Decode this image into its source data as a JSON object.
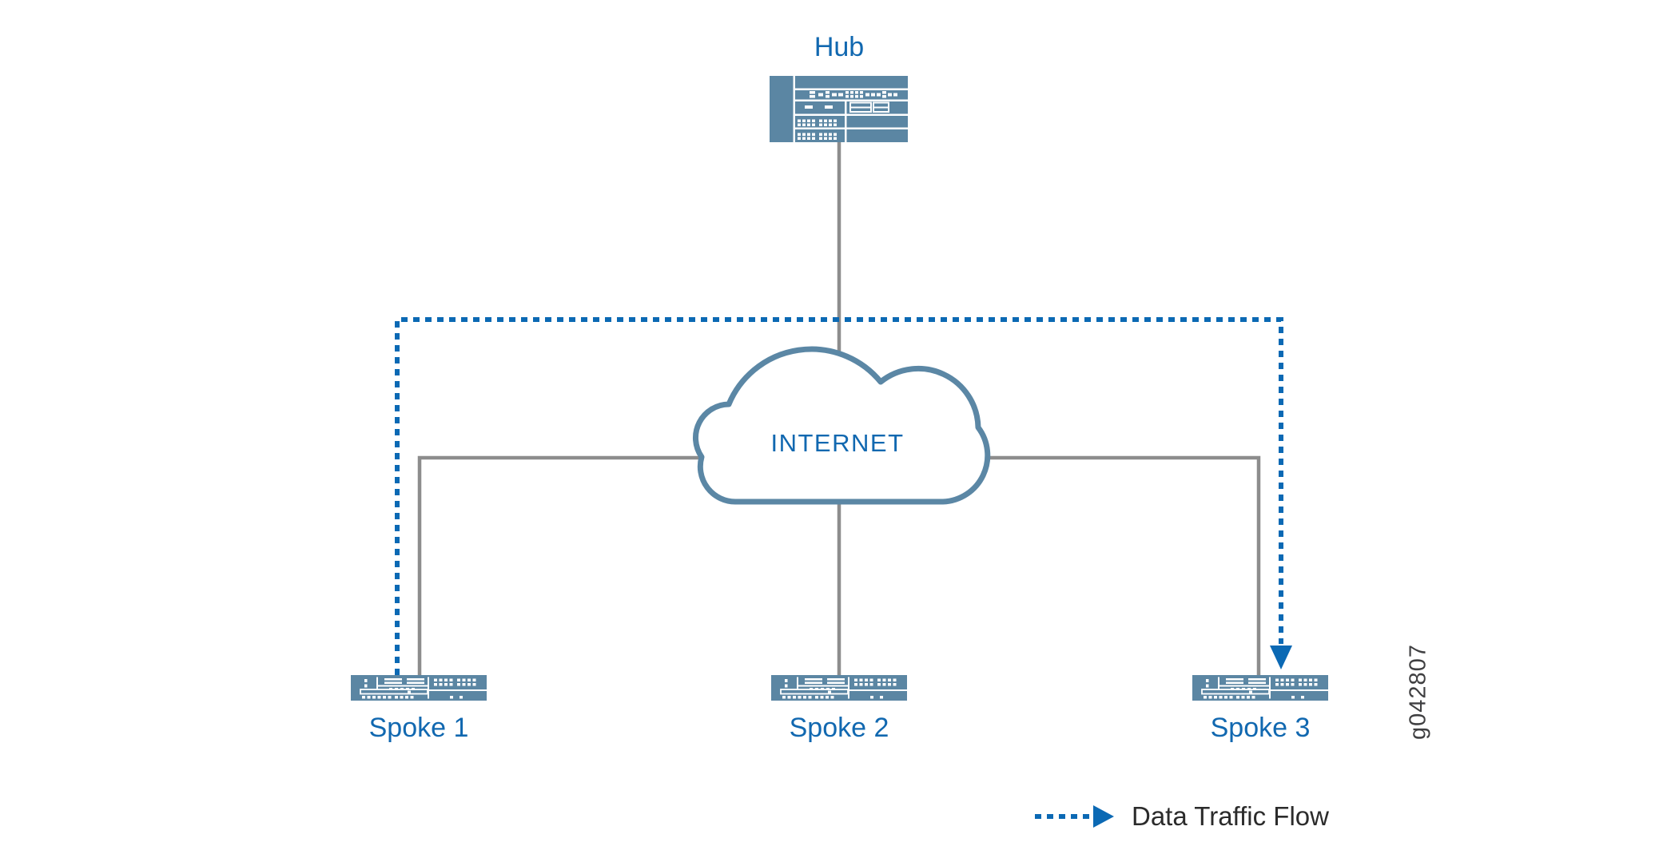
{
  "figure": {
    "id_label": "g042807"
  },
  "colors": {
    "label_blue": "#1168b0",
    "traffic_flow_blue": "#0b69b4",
    "device_fill": "#5b86a3",
    "cloud_stroke": "#5b87a5",
    "link_gray": "#8d8d8d",
    "legend_text": "#2b2b2b",
    "figure_id_text": "#3f3f41"
  },
  "nodes": {
    "hub": {
      "label": "Hub",
      "icon": "hub-router-icon"
    },
    "internet": {
      "label": "INTERNET",
      "icon": "internet-cloud-icon"
    },
    "spoke1": {
      "label": "Spoke 1",
      "icon": "services-gateway-icon"
    },
    "spoke2": {
      "label": "Spoke 2",
      "icon": "services-gateway-icon"
    },
    "spoke3": {
      "label": "Spoke 3",
      "icon": "services-gateway-icon"
    }
  },
  "links": [
    {
      "from": "hub",
      "to": "internet",
      "style": "solid"
    },
    {
      "from": "internet",
      "to": "spoke1",
      "style": "solid"
    },
    {
      "from": "internet",
      "to": "spoke2",
      "style": "solid"
    },
    {
      "from": "internet",
      "to": "spoke3",
      "style": "solid"
    }
  ],
  "traffic_flow": {
    "from": "spoke1",
    "to": "spoke3",
    "style": "dotted-arrow"
  },
  "legend": {
    "label": "Data Traffic Flow"
  }
}
